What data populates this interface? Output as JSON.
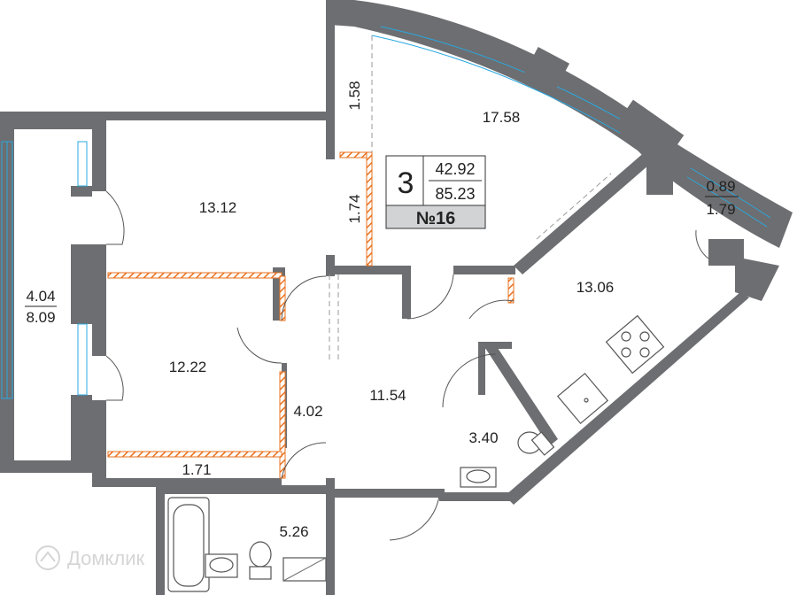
{
  "apartment": {
    "rooms_count": "3",
    "living_area": "42.92",
    "total_area": "85.23",
    "number": "№16"
  },
  "rooms": {
    "bedroom_top": "13.12",
    "bedroom_mid": "12.22",
    "living_curved": "17.58",
    "kitchen": "13.06",
    "hall": "11.54",
    "bath_small": "3.40",
    "bath_large": "5.26",
    "corridor_left": "4.02",
    "closet_bottom": "1.71",
    "niche_top": "1.58",
    "niche_mid": "1.74",
    "balcony_left_num": "4.04",
    "balcony_left_den": "8.09",
    "balcony_right_num": "0.89",
    "balcony_right_den": "1.79"
  },
  "watermark": "Домклик",
  "icons": {
    "watermark_logo": "domclick-logo-icon",
    "stove": "stove-icon",
    "sink": "sink-icon",
    "toilet": "toilet-icon",
    "bathtub": "bathtub-icon",
    "shower": "shower-icon"
  },
  "colors": {
    "wall": "#6d6e71",
    "window": "#29a8e0",
    "partition_hatch": "#e8711e",
    "badge_bg": "#d1d3d4"
  }
}
